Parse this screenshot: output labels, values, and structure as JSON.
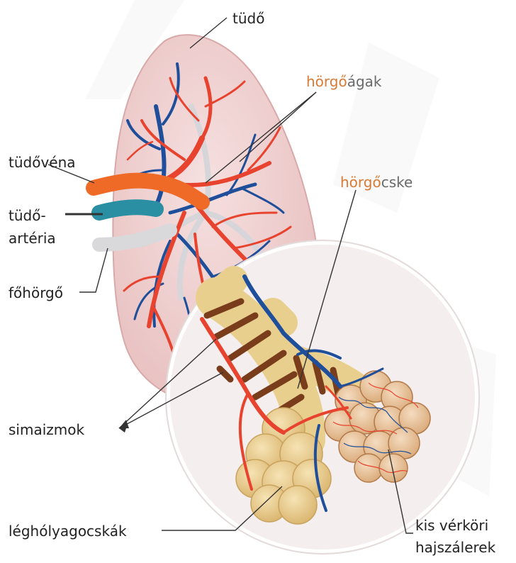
{
  "labels": {
    "lung": "tüdő",
    "bronchial_branches": {
      "highlight": "hörgő",
      "rest": "ágak"
    },
    "pulmonary_vein": "tüdővéna",
    "pulmonary_artery_line1": "tüdő-",
    "pulmonary_artery_line2": "artéria",
    "main_bronchus": "főhörgő",
    "bronchiole": {
      "highlight": "hörgő",
      "rest": "cske"
    },
    "smooth_muscles": "simaizmok",
    "alveoli": "léghólyagocskák",
    "capillaries_line1": "kis vérköri",
    "capillaries_line2": "hajszálerek"
  },
  "colors": {
    "lung_tissue": "#efcfcf",
    "artery_red": "#e8432e",
    "vein_blue": "#1f4f9a",
    "pulmonary_artery_teal": "#2b8fa3",
    "bronchus_grey": "#d8d8d8",
    "alveoli_tan": "#e9cf8e",
    "smooth_muscle_brown": "#7a3d1b",
    "highlight_orange": "#d97a35"
  }
}
